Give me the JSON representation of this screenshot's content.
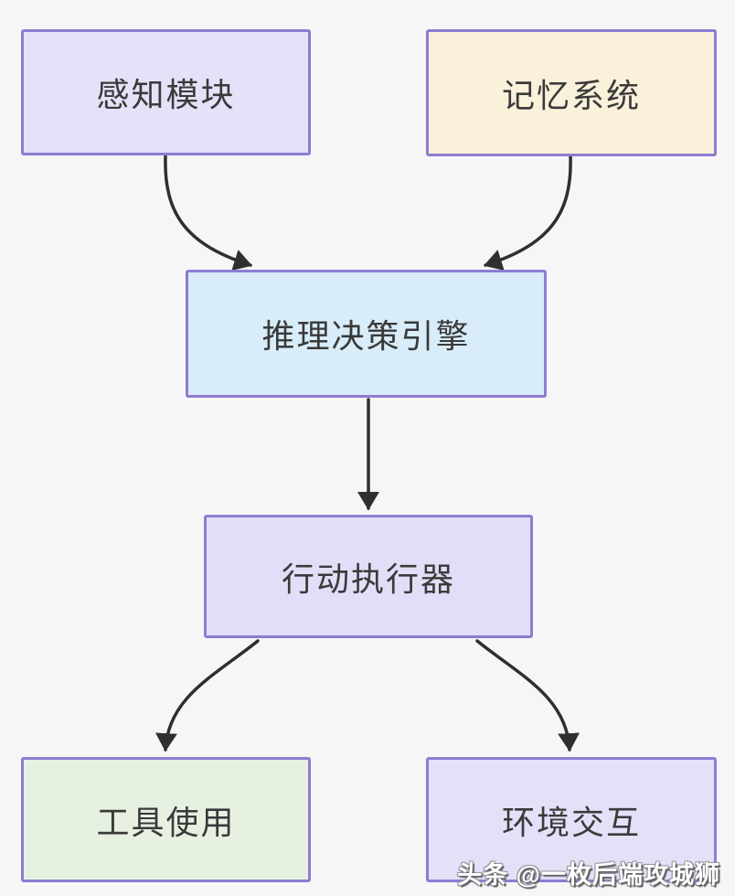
{
  "page": {
    "background_color": "#f6f6f7"
  },
  "diagram": {
    "type": "flowchart",
    "arrow_color": "#2f2f2f",
    "text_color": "#3a3a3a",
    "node_border_color": "#8d7cd2",
    "nodes": [
      {
        "id": "perception",
        "label": "感知模块",
        "fill": "#e6e1f8",
        "border": "#8d7cd2"
      },
      {
        "id": "memory",
        "label": "记忆系统",
        "fill": "#faf1da",
        "border": "#8d7cd2"
      },
      {
        "id": "reasoning",
        "label": "推理决策引擎",
        "fill": "#d8ecf9",
        "border": "#8d7cd2"
      },
      {
        "id": "action",
        "label": "行动执行器",
        "fill": "#e3def7",
        "border": "#8d7cd2"
      },
      {
        "id": "tools",
        "label": "工具使用",
        "fill": "#e7f1e2",
        "border": "#8d7cd2"
      },
      {
        "id": "environment",
        "label": "环境交互",
        "fill": "#e5e0f8",
        "border": "#8d7cd2"
      }
    ],
    "edges": [
      {
        "from": "感知模块",
        "to": "推理决策引擎"
      },
      {
        "from": "记忆系统",
        "to": "推理决策引擎"
      },
      {
        "from": "推理决策引擎",
        "to": "行动执行器"
      },
      {
        "from": "行动执行器",
        "to": "工具使用"
      },
      {
        "from": "行动执行器",
        "to": "环境交互"
      }
    ]
  },
  "watermark": {
    "text": "头条 @一枚后端攻城狮",
    "color": "#ffffff"
  }
}
